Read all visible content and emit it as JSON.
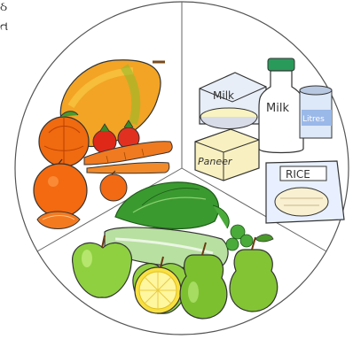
{
  "labels": {
    "milk_box": "Milk",
    "milk_bottle": "Milk",
    "paneer": "Paneer",
    "rice": "RICE",
    "can": "Litres"
  },
  "edge_text": {
    "top_left_1": "ઠ",
    "top_left_2": "ત"
  },
  "colors": {
    "plate_line": "#555555",
    "mango": "#f0a020",
    "carrot": "#f07820",
    "orange": "#f06010",
    "tomato": "#e02818",
    "leaf": "#3a9a30",
    "apple": "#8ed040",
    "pear": "#7cc030",
    "milk_bottle": "#ffffff",
    "cap": "#2a9a5a",
    "paneer_block": "#f8e8a0"
  }
}
